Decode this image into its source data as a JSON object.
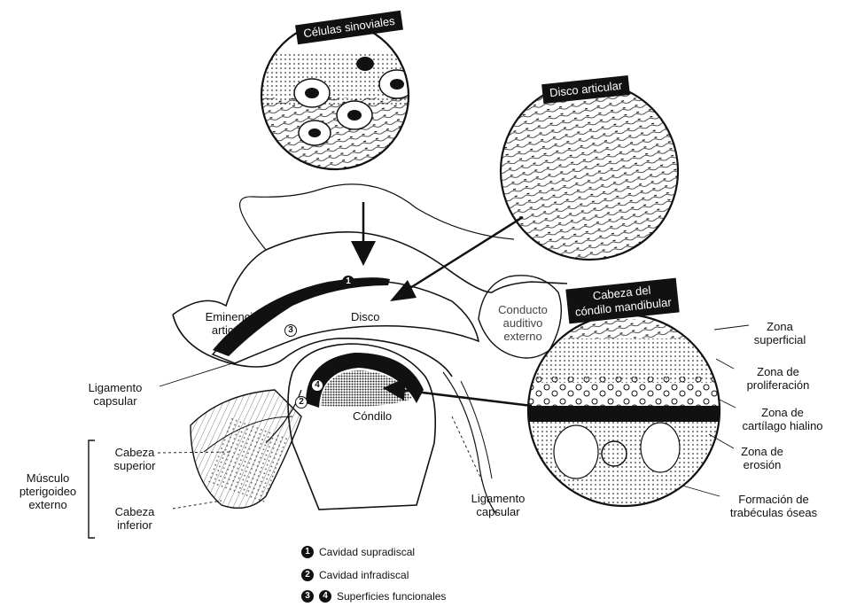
{
  "callouts": {
    "celulas": "Células sinoviales",
    "disco": "Disco articular",
    "cabeza_l1": "Cabeza del",
    "cabeza_l2": "cóndilo mandibular"
  },
  "labels": {
    "eminencia_l1": "Eminencia",
    "eminencia_l2": "articular",
    "disco": "Disco",
    "condilo": "Cóndilo",
    "ligamento1_l1": "Ligamento",
    "ligamento1_l2": "capsular",
    "ligamento2_l1": "Ligamento",
    "ligamento2_l2": "capsular",
    "conducto_l1": "Conducto",
    "conducto_l2": "auditivo",
    "conducto_l3": "externo",
    "musculo_l1": "Músculo",
    "musculo_l2": "pterigoideo",
    "musculo_l3": "externo",
    "cab_sup_l1": "Cabeza",
    "cab_sup_l2": "superior",
    "cab_inf_l1": "Cabeza",
    "cab_inf_l2": "inferior"
  },
  "zones": {
    "z1_l1": "Zona",
    "z1_l2": "superficial",
    "z2_l1": "Zona de",
    "z2_l2": "proliferación",
    "z3_l1": "Zona de",
    "z3_l2": "cartílago hialino",
    "z4_l1": "Zona de",
    "z4_l2": "erosión",
    "z5_l1": "Formación de",
    "z5_l2": "trabéculas óseas"
  },
  "badges": {
    "n1": "1",
    "n2": "2",
    "n3": "3",
    "n4": "4"
  },
  "legend": [
    {
      "nums": [
        "1"
      ],
      "text": "Cavidad supradiscal"
    },
    {
      "nums": [
        "2"
      ],
      "text": "Cavidad infradiscal"
    },
    {
      "nums": [
        "3",
        "4"
      ],
      "text": "Superficies funcionales"
    }
  ]
}
